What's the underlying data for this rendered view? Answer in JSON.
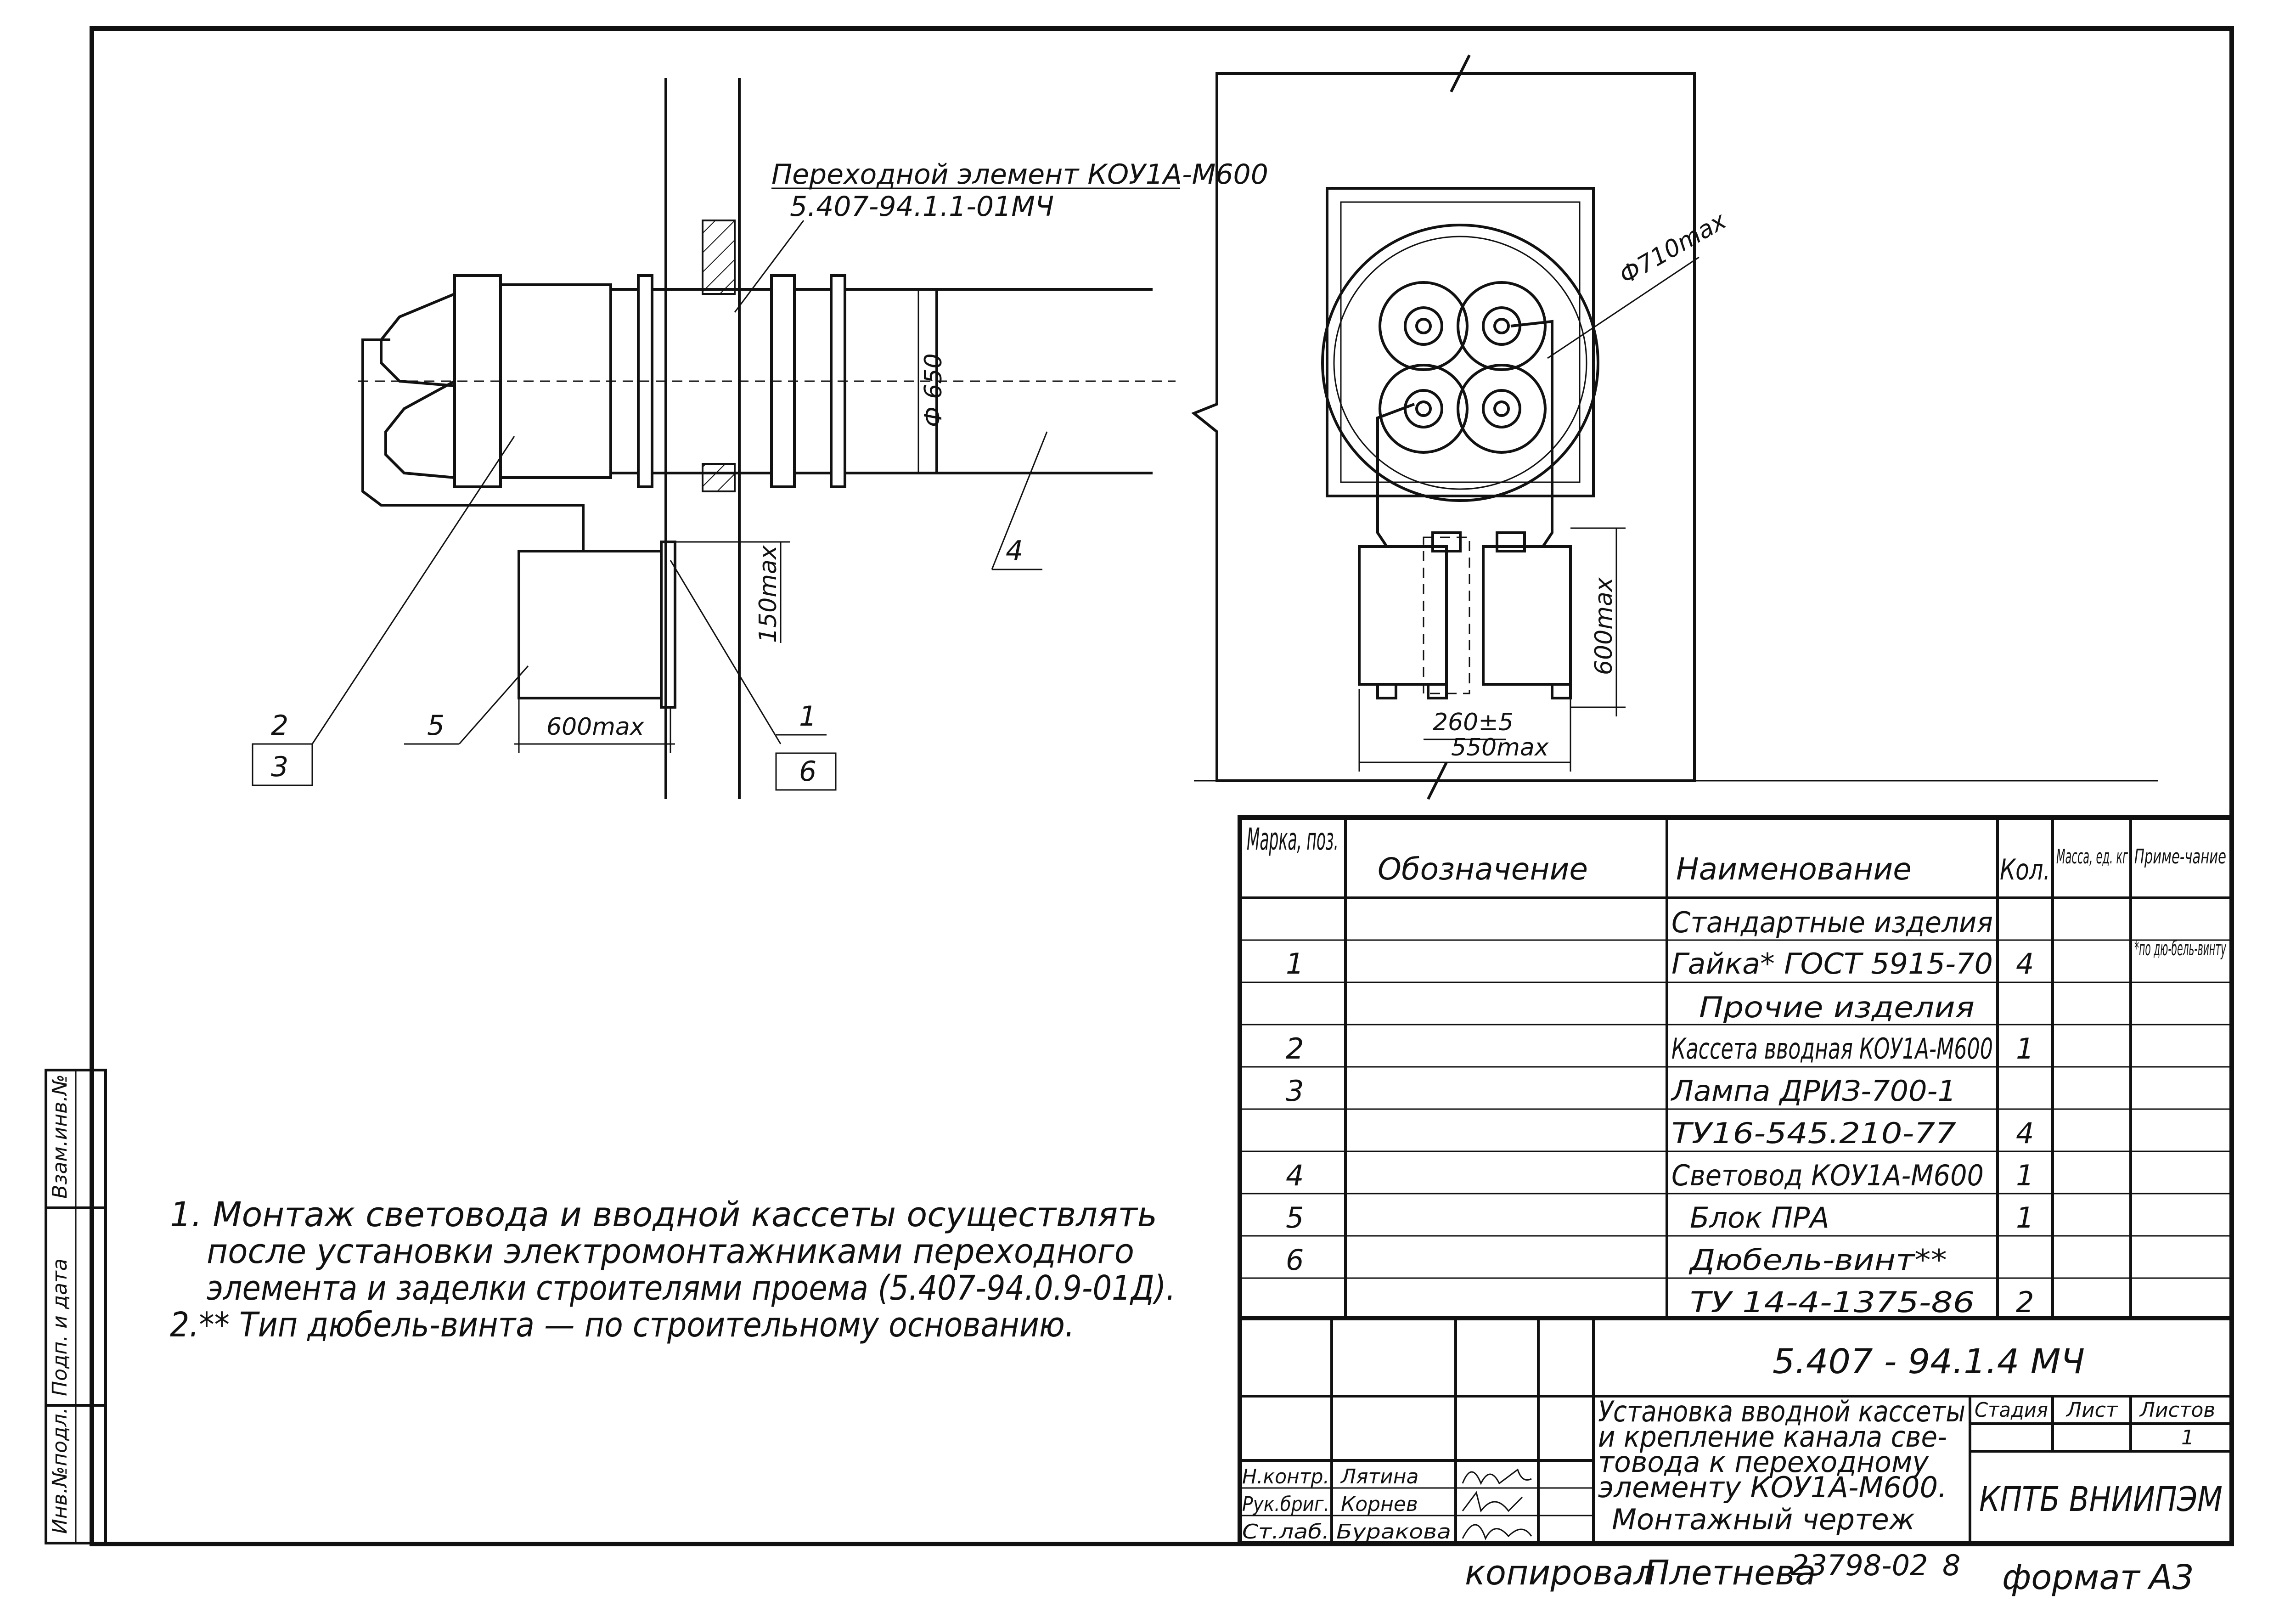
{
  "drawing": {
    "callouts": {
      "transition_label_1": "Переходной элемент КОУ1А-М600",
      "transition_label_2": "5.407-94.1.1-01МЧ",
      "pos_2": "2",
      "pos_3": "3",
      "pos_4": "4",
      "pos_5": "5",
      "pos_1": "1",
      "pos_6": "6"
    },
    "dimensions": {
      "d650": "Ф 650",
      "d710": "Ф710max",
      "h150": "150max",
      "w600": "600max",
      "h600": "600max",
      "w260": "260±5",
      "w550": "550max"
    }
  },
  "spec_table": {
    "headers": [
      "Марка, поз.",
      "Обозначение",
      "Наименование",
      "Кол.",
      "Масса, ед. кг",
      "Приме-чание"
    ],
    "rows": [
      {
        "pos": "",
        "name": "Стандартные изделия",
        "qty": "",
        "note": ""
      },
      {
        "pos": "1",
        "name": "Гайка* ГОСТ 5915-70",
        "qty": "4",
        "note": "*по дю-бель-винту"
      },
      {
        "pos": "",
        "name": "Прочие изделия",
        "qty": "",
        "note": ""
      },
      {
        "pos": "2",
        "name": "Кассета вводная КОУ1А-М600",
        "qty": "1",
        "note": ""
      },
      {
        "pos": "3",
        "name": "Лампа ДРИЗ-700-1",
        "qty": "",
        "note": ""
      },
      {
        "pos": "",
        "name": "ТУ16-545.210-77",
        "qty": "4",
        "note": ""
      },
      {
        "pos": "4",
        "name": "Световод КОУ1А-М600",
        "qty": "1",
        "note": ""
      },
      {
        "pos": "5",
        "name": "Блок ПРА",
        "qty": "1",
        "note": ""
      },
      {
        "pos": "6",
        "name": "Дюбель-винт**",
        "qty": "",
        "note": ""
      },
      {
        "pos": "",
        "name": "ТУ 14-4-1375-86",
        "qty": "2",
        "note": ""
      }
    ]
  },
  "notes": [
    "1. Монтаж световода и вводной кассеты осуществлять",
    "после установки электромонтажниками переходного",
    "элемента и заделки строителями проема (5.407-94.0.9-01Д).",
    "2.** Тип дюбель-винта — по строительному основанию."
  ],
  "title_block": {
    "code": "5.407 - 94.1.4 МЧ",
    "title_lines": [
      "Установка вводной кассеты",
      "и крепление канала све-",
      "товода к переходному",
      "элементу КОУ1А-М600.",
      "Монтажный чертеж"
    ],
    "stage_label": "Стадия",
    "sheet_label": "Лист",
    "sheets_label": "Листов",
    "sheets_value": "1",
    "org": "КПТБ ВНИИПЭМ",
    "roles": [
      {
        "role": "Н.контр.",
        "name": "Лятина"
      },
      {
        "role": "Рук.бриг.",
        "name": "Корнев"
      },
      {
        "role": "Ст.лаб.",
        "name": "Буракова"
      }
    ]
  },
  "side_stamp": [
    "Инв.№подл.",
    "Подп. и дата",
    "Взам.инв.№"
  ],
  "footer": {
    "copied_label": "копировал",
    "copied_name": "Плетнева",
    "number": "23798-02",
    "page": "8",
    "format_label": "формат",
    "format_value": "А3"
  }
}
